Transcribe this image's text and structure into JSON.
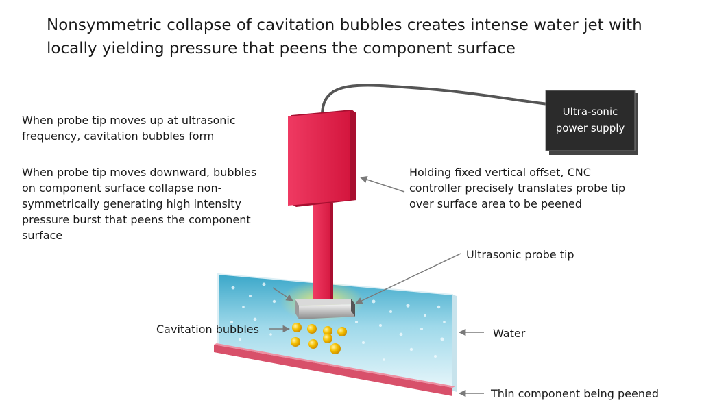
{
  "title": "Nonsymmetric collapse of cavitation bubbles creates intense water jet with locally yielding pressure that peens the component surface",
  "power_supply": {
    "line1": "Ultra-sonic",
    "line2": "power supply"
  },
  "labels": {
    "bubbles_form": "When probe tip moves up at ultrasonic frequency, cavitation bubbles form",
    "bubbles_collapse": "When probe tip moves downward, bubbles on component surface collapse non-symmetrically generating high intensity pressure burst that peens the component surface",
    "cnc": "Holding fixed vertical offset, CNC controller precisely translates probe tip over surface area to be peened",
    "probe_tip": "Ultrasonic probe tip",
    "cavitation_bubbles": "Cavitation bubbles",
    "water": "Water",
    "component": "Thin component being peened"
  },
  "colors": {
    "probe": "#e0204a",
    "water": "#8fd3e6",
    "component": "#d8506a",
    "bubble": "#f2b400",
    "power_supply": "#2b2b2b"
  }
}
